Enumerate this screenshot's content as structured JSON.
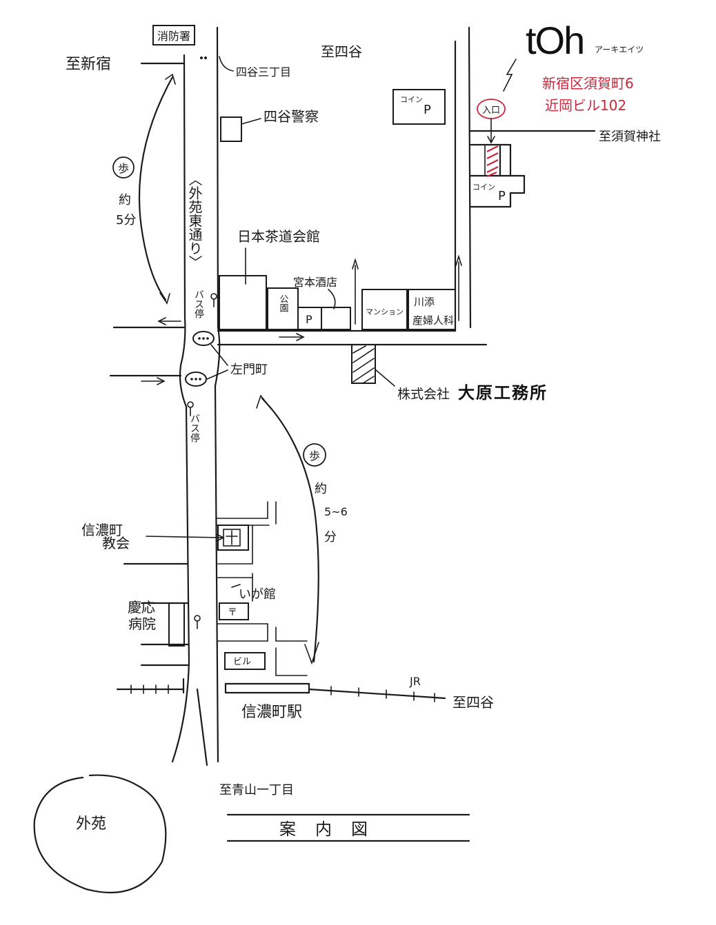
{
  "logo": {
    "brand": "tOh",
    "sub": "アーキエイツ"
  },
  "address": {
    "line1": "新宿区須賀町6",
    "line2": "近岡ビル102"
  },
  "entrance": "入口",
  "colors": {
    "ink": "#1a1a1a",
    "accent_red": "#c8263a"
  },
  "labels": {
    "to_shinjuku": "至新宿",
    "to_yotsuya_top": "至四谷",
    "fire_station": "消防署",
    "yotsuya_3": "四谷三丁目",
    "police": "四谷警察",
    "coin_p_1": "コイン",
    "coin_p_1_p": "P",
    "to_suga": "至須賀神社",
    "coin_p_2": "コイン",
    "coin_p_2_p": "P",
    "walk_1": "歩",
    "min_1_a": "約",
    "min_1_b": "5分",
    "gaien_dori": "〈外苑東通り〉",
    "nihon_cha": "日本茶道会館",
    "miyamoto": "宮本酒店",
    "park": "公園",
    "park_p": "P",
    "mansion": "マンション",
    "kawazoe": "川添",
    "sanfu": "産婦人科",
    "bus_stop_1": "バス停",
    "samon": "左門町",
    "company_prefix": "株式会社",
    "company_name": "大原工務所",
    "bus_stop_2": "バス停",
    "walk_2": "歩",
    "min_2_a": "約",
    "min_2_b": "5~6",
    "min_2_c": "分",
    "church_a": "信濃町",
    "church_b": "教会",
    "iga": "いが館",
    "keio_a": "慶応",
    "keio_b": "病院",
    "building": "ビル",
    "jr": "JR",
    "to_yotsuya_bottom": "至四谷",
    "shinanomachi_st": "信濃町駅",
    "to_aoyama": "至青山一丁目",
    "gaien": "外苑",
    "annai": "案内図"
  }
}
